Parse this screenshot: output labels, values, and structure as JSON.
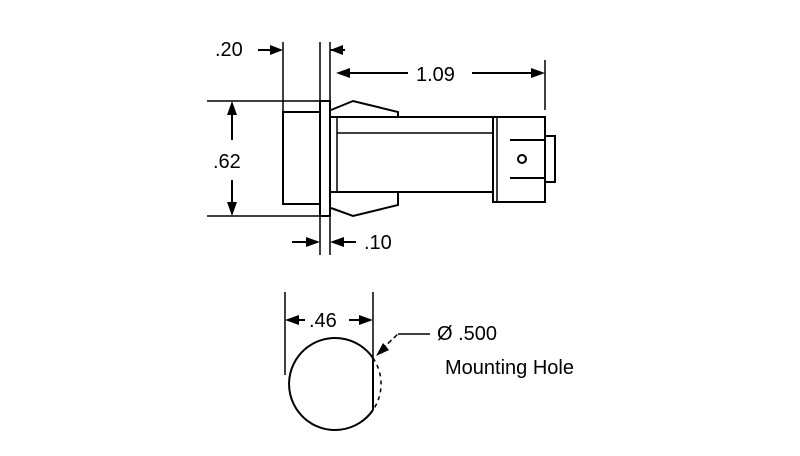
{
  "dimensions": {
    "lens_depth": ".20",
    "overall_length": "1.09",
    "height": ".62",
    "flange_thickness": ".10",
    "front_diameter": ".46"
  },
  "mounting_hole": {
    "diameter_label": "Ø .500",
    "caption": "Mounting Hole"
  },
  "colors": {
    "ink": "#000000",
    "paper": "#ffffff"
  }
}
